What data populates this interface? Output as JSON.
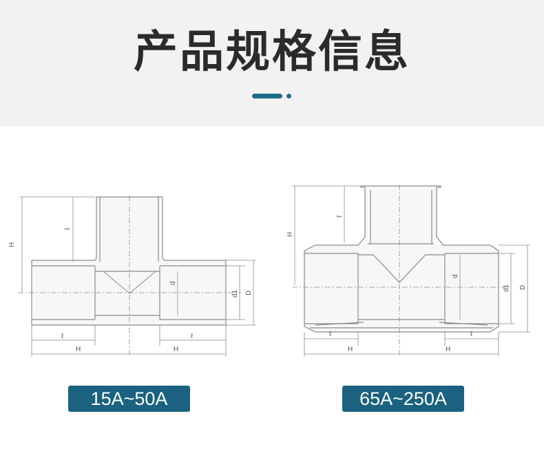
{
  "header": {
    "title": "产品规格信息"
  },
  "diagrams": {
    "small": {
      "range_label": "15A~50A",
      "dims": {
        "H": "H",
        "l": "ℓ",
        "d": "d",
        "d1": "d1",
        "D": "D"
      }
    },
    "large": {
      "range_label": "65A~250A",
      "dims": {
        "H": "H",
        "l": "ℓ",
        "d": "d",
        "d1": "d1",
        "D": "D"
      }
    }
  },
  "colors": {
    "accent": "#1f6b8a",
    "badge": "#1a6280",
    "title": "#2b2b2b"
  }
}
